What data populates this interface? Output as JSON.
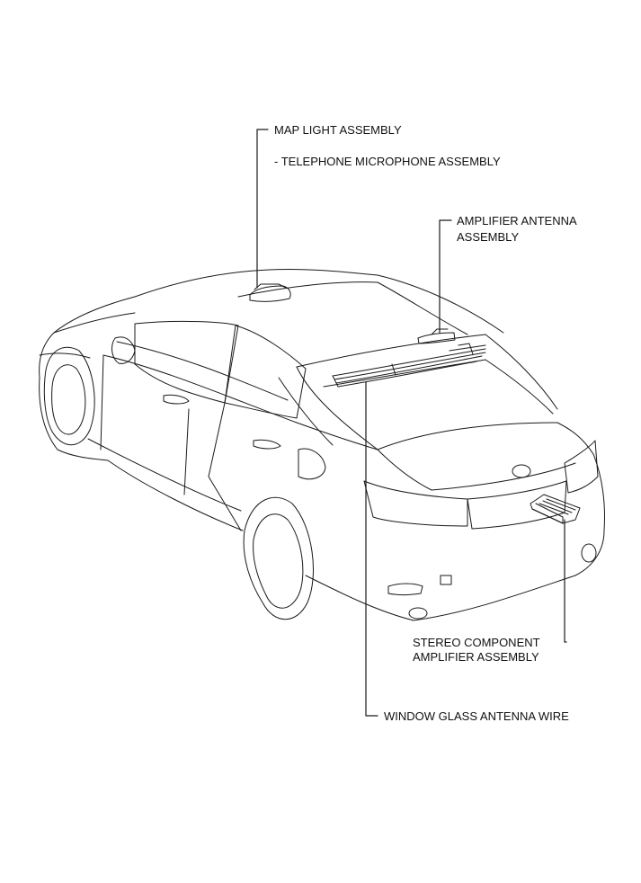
{
  "labels": {
    "map_light": "MAP LIGHT ASSEMBLY",
    "telephone_mic": "- TELEPHONE MICROPHONE ASSEMBLY",
    "amp_antenna_1": "AMPLIFIER ANTENNA",
    "amp_antenna_2": "ASSEMBLY",
    "stereo_amp_1": "STEREO COMPONENT",
    "stereo_amp_2": "AMPLIFIER ASSEMBLY",
    "window_antenna": "WINDOW GLASS ANTENNA WIRE"
  },
  "colors": {
    "line": "#1a1a1a",
    "text": "#111111",
    "background": "#ffffff"
  }
}
